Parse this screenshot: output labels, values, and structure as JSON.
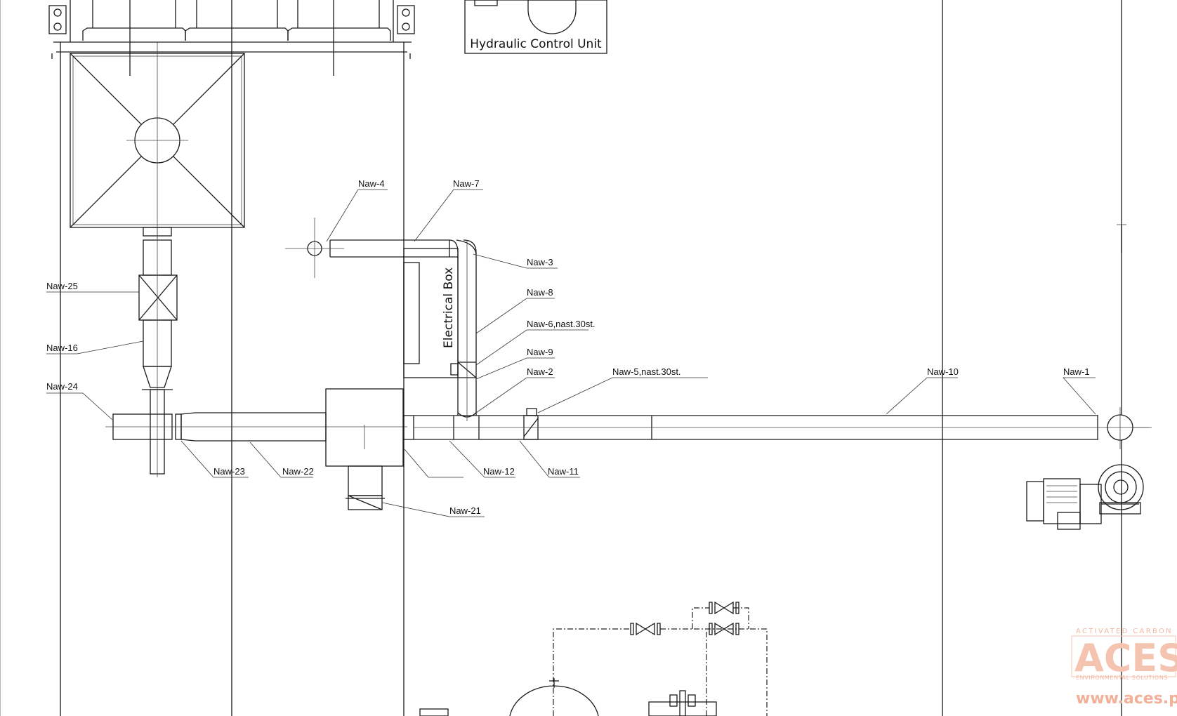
{
  "labels": {
    "hydraulic_unit": "Hydraulic Control Unit",
    "electrical_box": "Electrical Box"
  },
  "callouts": [
    {
      "id": "naw-4",
      "text": "Naw-4"
    },
    {
      "id": "naw-7",
      "text": "Naw-7"
    },
    {
      "id": "naw-3",
      "text": "Naw-3"
    },
    {
      "id": "naw-8",
      "text": "Naw-8"
    },
    {
      "id": "naw-6",
      "text": "Naw-6,nast.30st."
    },
    {
      "id": "naw-9",
      "text": "Naw-9"
    },
    {
      "id": "naw-2",
      "text": "Naw-2"
    },
    {
      "id": "naw-5",
      "text": "Naw-5,nast.30st."
    },
    {
      "id": "naw-10",
      "text": "Naw-10"
    },
    {
      "id": "naw-1",
      "text": "Naw-1"
    },
    {
      "id": "naw-25",
      "text": "Naw-25"
    },
    {
      "id": "naw-16",
      "text": "Naw-16"
    },
    {
      "id": "naw-24",
      "text": "Naw-24"
    },
    {
      "id": "naw-23",
      "text": "Naw-23"
    },
    {
      "id": "naw-22",
      "text": "Naw-22"
    },
    {
      "id": "naw-12",
      "text": "Naw-12"
    },
    {
      "id": "naw-11",
      "text": "Naw-11"
    },
    {
      "id": "naw-21",
      "text": "Naw-21"
    }
  ],
  "logo": {
    "tagline": "ACTIVATED CARBON",
    "name": "ACES",
    "subline": "ENVIRONMENTAL SOLUTIONS",
    "url": "www.aces.pl"
  },
  "colors": {
    "line": "#1a1a1a",
    "logo": "#f4c4b1"
  }
}
